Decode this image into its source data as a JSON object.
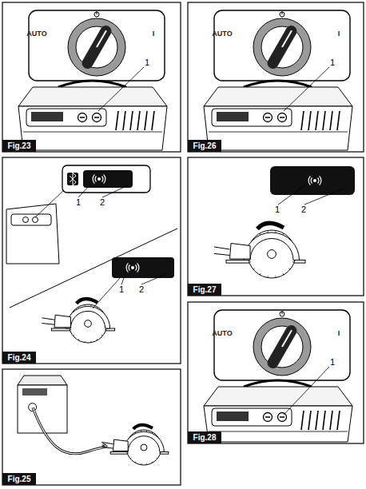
{
  "diagram": {
    "labels": [
      "AUTO",
      "I",
      "1",
      "Fig.23",
      "AUTO",
      "I",
      "1",
      "Fig.26",
      "1",
      "2",
      "1",
      "2",
      "Fig.24",
      "1",
      "2",
      "Fig.27",
      "AUTO",
      "I",
      "1",
      "Fig.28",
      "Fig.25"
    ]
  }
}
